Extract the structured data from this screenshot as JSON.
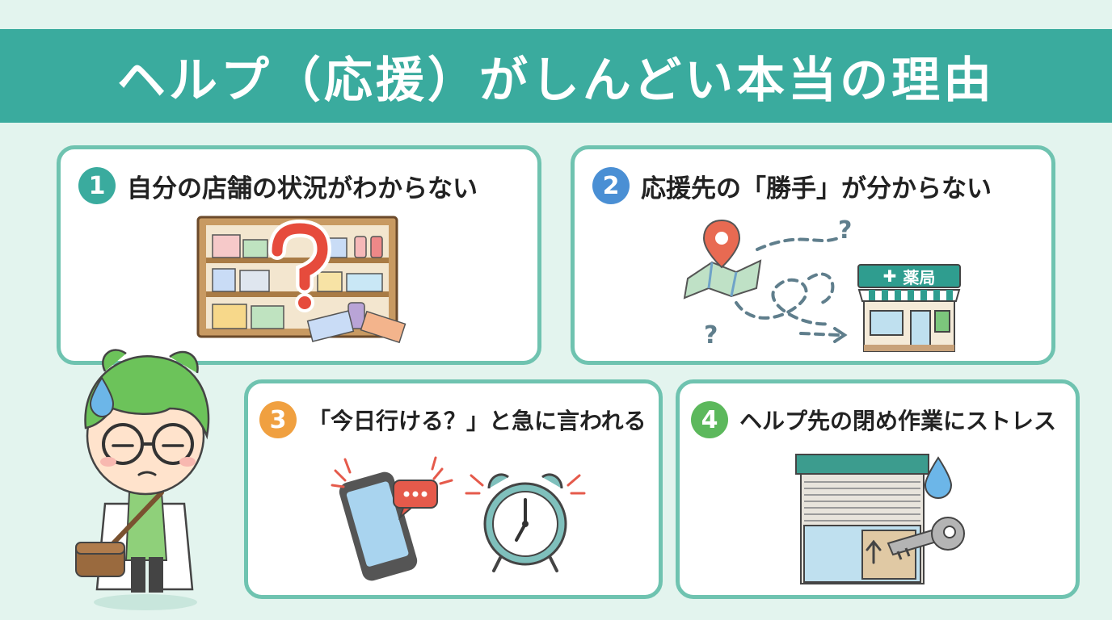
{
  "header": {
    "title": "ヘルプ（応援）がしんどい本当の理由"
  },
  "cards": [
    {
      "number": "1",
      "title": "自分の店舗の状況がわからない",
      "accent": "#3aab9e"
    },
    {
      "number": "2",
      "title": "応援先の「勝手」が分からない",
      "accent": "#4a8fd4"
    },
    {
      "number": "3",
      "title": "「今日行ける？」と急に言われる",
      "accent": "#f0a040"
    },
    {
      "number": "4",
      "title": "ヘルプ先の閉め作業にストレス",
      "accent": "#5cb85c"
    }
  ],
  "store_sign": {
    "label": "薬局"
  },
  "icons": {
    "card1": "shelf-question-icon",
    "card2": "map-route-pharmacy-icon",
    "card3": "phone-alarm-icon",
    "card4": "shutter-key-icon",
    "character": "worried-pharmacist-character"
  },
  "colors": {
    "banner": "#3aab9e",
    "background": "#e3f4ee",
    "card_border": "#6fc3b0"
  }
}
